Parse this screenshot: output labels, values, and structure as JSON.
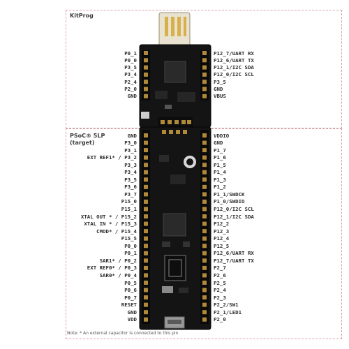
{
  "kitprog": {
    "title": "KitProg",
    "left_pins": [
      "P0_1",
      "P0_0",
      "P3_5",
      "P3_4",
      "P2_4",
      "P2_0",
      "GND"
    ],
    "right_pins": [
      "P12_7/UART RX",
      "P12_6/UART TX",
      "P12_1/I2C SDA",
      "P12_0/I2C SCL",
      "P3_5",
      "GND",
      "VBUS"
    ]
  },
  "target": {
    "title_line1": "PSoC® 5LP",
    "title_line2": "(target)",
    "left_pins": [
      "GND",
      "P3_0",
      "P3_1",
      "EXT REF1* / P3_2",
      "P3_3",
      "P3_4",
      "P3_5",
      "P3_6",
      "P3_7",
      "P15_0",
      "P15_1",
      "XTAL OUT * / P15_2",
      "XTAL IN * / P15_3",
      "CMOD* / P15_4",
      "P15_5",
      "P0_0",
      "P0_1",
      "SAR1* / P0_2",
      "EXT REF0* / P0_3",
      "SAR0* / P0_4",
      "P0_5",
      "P0_6",
      "P0_7",
      "RESET",
      "GND",
      "VDD"
    ],
    "right_pins": [
      "VDDIO",
      "GND",
      "P1_7",
      "P1_6",
      "P1_5",
      "P1_4",
      "P1_3",
      "P1_2",
      "P1_1/SWDCK",
      "P1_0/SWDIO",
      "P12_0/I2C SCL",
      "P12_1/I2C SDA",
      "P12_2",
      "P12_3",
      "P12_4",
      "P12_5",
      "P12_6/UART RX",
      "P12_7/UART TX",
      "P2_7",
      "P2_6",
      "P2_5",
      "P2_4",
      "P2_3",
      "P2_2/SW1",
      "P2_1/LED1",
      "P2_0"
    ]
  },
  "note": "Note: * An external capacitor is connected to this pin",
  "colors": {
    "board": "#141414",
    "board_edge": "#050505",
    "pin_gold": "#b08a3a",
    "usb_gold": "#d8b04a",
    "frame_dash": "#d7a0a6",
    "label_text": "#2b2b2b"
  }
}
